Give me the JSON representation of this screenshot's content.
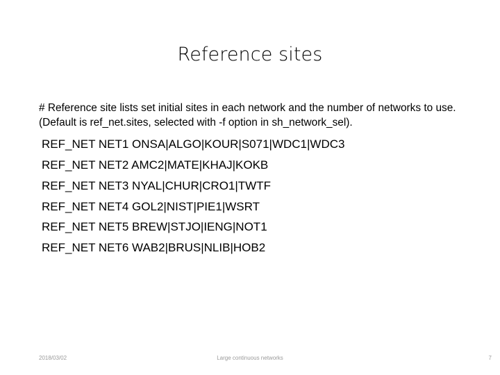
{
  "slide": {
    "title": "Reference sites",
    "background_color": "#ffffff",
    "text_color": "#000000"
  },
  "body": {
    "note_paragraph": "#  Reference site lists set initial sites in each network and the number of networks to use. (Default is ref_net.sites, selected with -f option in sh_network_sel).",
    "net_lines": [
      "REF_NET NET1 ONSA|ALGO|KOUR|S071|WDC1|WDC3",
      "REF_NET NET2 AMC2|MATE|KHAJ|KOKB",
      "REF_NET NET3 NYAL|CHUR|CRO1|TWTF",
      "REF_NET NET4 GOL2|NIST|PIE1|WSRT",
      "REF_NET NET5 BREW|STJO|IENG|NOT1",
      "REF_NET NET6 WAB2|BRUS|NLIB|HOB2"
    ],
    "networks": [
      {
        "keyword": "REF_NET",
        "network": "NET1",
        "sites": [
          "ONSA",
          "ALGO",
          "KOUR",
          "S071",
          "WDC1",
          "WDC3"
        ]
      },
      {
        "keyword": "REF_NET",
        "network": "NET2",
        "sites": [
          "AMC2",
          "MATE",
          "KHAJ",
          "KOKB"
        ]
      },
      {
        "keyword": "REF_NET",
        "network": "NET3",
        "sites": [
          "NYAL",
          "CHUR",
          "CRO1",
          "TWTF"
        ]
      },
      {
        "keyword": "REF_NET",
        "network": "NET4",
        "sites": [
          "GOL2",
          "NIST",
          "PIE1",
          "WSRT"
        ]
      },
      {
        "keyword": "REF_NET",
        "network": "NET5",
        "sites": [
          "BREW",
          "STJO",
          "IENG",
          "NOT1"
        ]
      },
      {
        "keyword": "REF_NET",
        "network": "NET6",
        "sites": [
          "WAB2",
          "BRUS",
          "NLIB",
          "HOB2"
        ]
      }
    ]
  },
  "footer": {
    "date": "2018/03/02",
    "center": "Large continuous networks",
    "page_number": "7",
    "color": "#9a9a9a"
  }
}
